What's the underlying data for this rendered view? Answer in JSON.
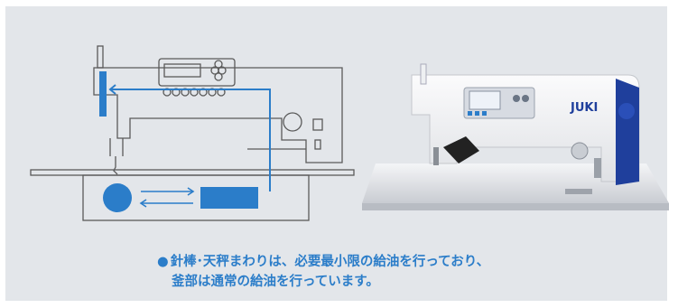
{
  "colors": {
    "panel_bg": "#e3e6ea",
    "accent": "#2b7dc9",
    "line": "#5a5a5a",
    "machine_blue": "#1f3f9c"
  },
  "photo": {
    "brand_logo": "JUKI"
  },
  "caption": {
    "bullet": "●",
    "line1": "針棒･天秤まわりは、必要最小限の給油を行っており、",
    "line2": "釜部は通常の給油を行っています。"
  }
}
